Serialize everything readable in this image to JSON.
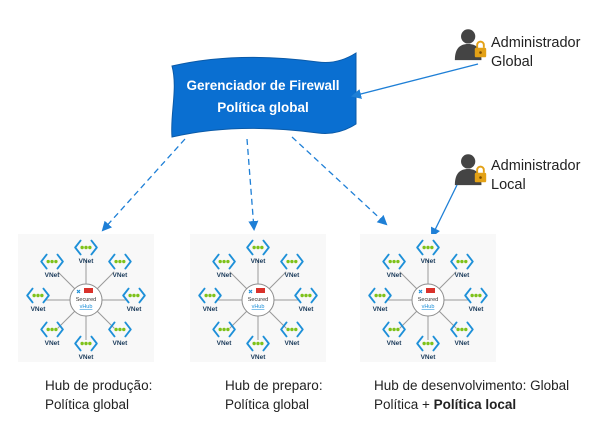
{
  "firewall": {
    "line1": "Gerenciador de Firewall",
    "line2": "Política global",
    "color": "#0a6fd1"
  },
  "admins": [
    {
      "line1": "Administrador",
      "line2": "Global",
      "icon": "user-lock-icon"
    },
    {
      "line1": "Administrador",
      "line2": "Local",
      "icon": "user-lock-icon"
    }
  ],
  "hub_graphic": {
    "hub_label_1": "Secured",
    "hub_label_2": "vHub",
    "spoke_label": "VNet",
    "accent": "#1e90d8",
    "dot_color": "#7ec21a",
    "firewall_color": "#d9322b"
  },
  "hubs": [
    {
      "caption_line1": "Hub de produção:",
      "caption_line2": "Política global"
    },
    {
      "caption_line1": "Hub de preparo:",
      "caption_line2": "Política global"
    },
    {
      "caption_line1": "Hub de desenvolvimento: Global",
      "caption_line2_a": "Política + ",
      "caption_line2_b": "Política local"
    }
  ],
  "arrow_color": "#1e7fd6"
}
